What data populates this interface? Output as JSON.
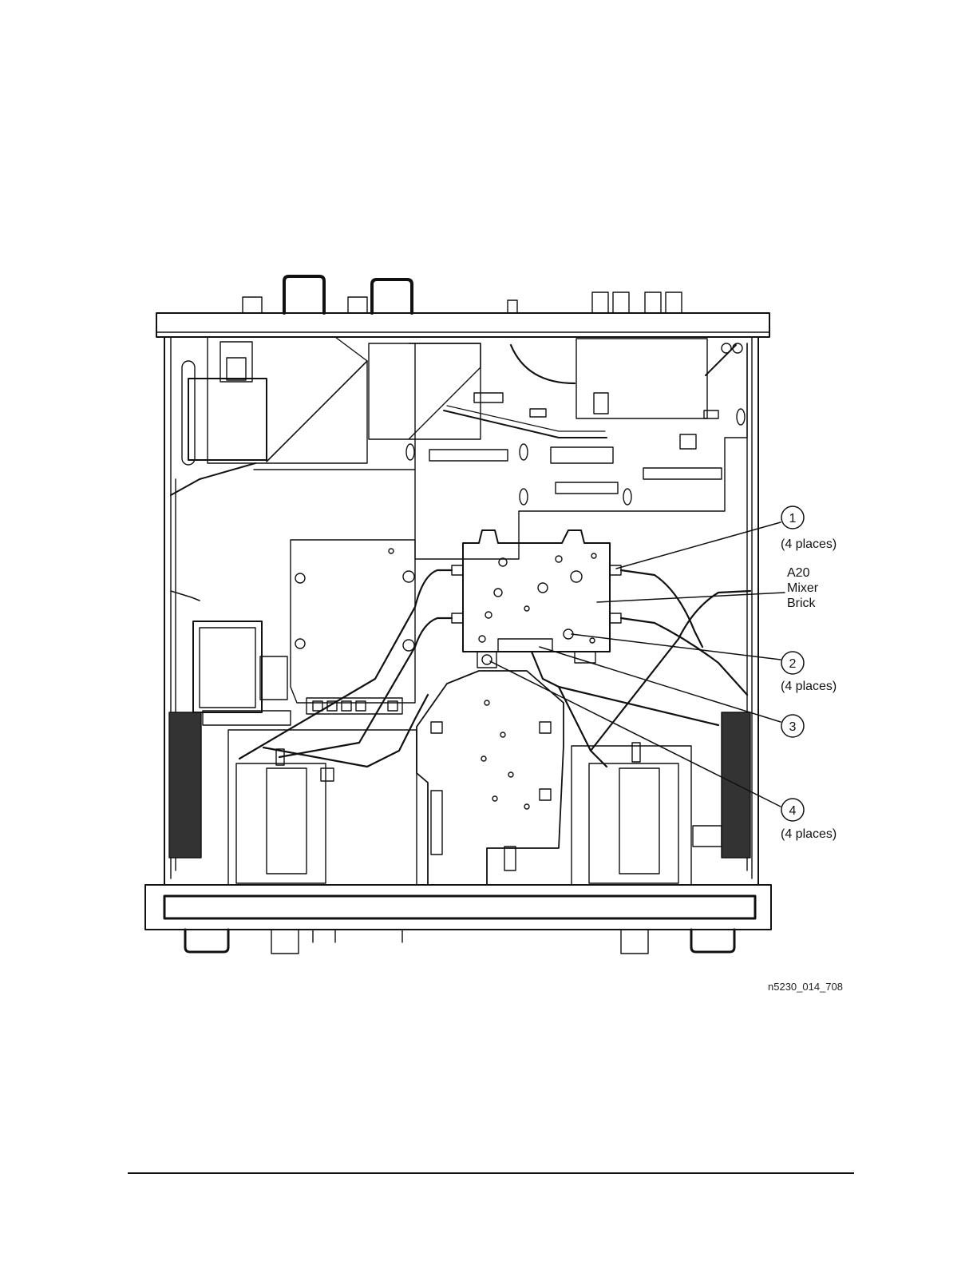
{
  "callouts": [
    {
      "number": "1",
      "note": "(4 places)"
    },
    {
      "number": "2",
      "note": "(4 places)"
    },
    {
      "number": "3",
      "note": ""
    },
    {
      "number": "4",
      "note": "(4 places)"
    }
  ],
  "component_label": {
    "line1": "A20",
    "line2": "Mixer",
    "line3": "Brick"
  },
  "figure_id": "n5230_014_708"
}
